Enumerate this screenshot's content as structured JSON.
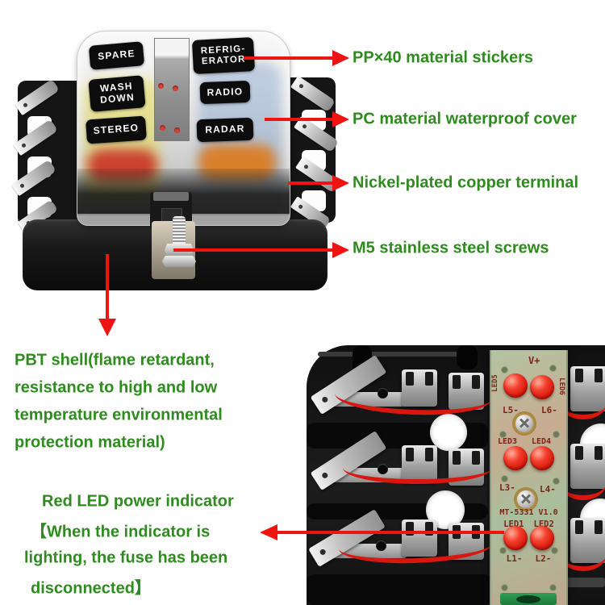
{
  "colors": {
    "annotation_text": "#2e8c1e",
    "arrow": "#ee1411",
    "pcb_silk": "#7b2418"
  },
  "front_photo": {
    "fuse_labels": [
      [
        "SPARE"
      ],
      [
        "REFRIG-",
        "ERATOR"
      ],
      [
        "WASH",
        "DOWN"
      ],
      [
        "RADIO"
      ],
      [
        "STEREO"
      ],
      [
        "RADAR"
      ]
    ]
  },
  "callouts": {
    "stickers": "PP×40 material stickers",
    "cover": "PC material waterproof cover",
    "terminal": "Nickel-plated copper terminal",
    "screws": "M5 stainless steel screws",
    "shell_lines": [
      "PBT shell(flame retardant,",
      "resistance to high and low",
      "temperature environmental",
      "protection material)"
    ],
    "led_lines": [
      "Red LED power indicator",
      "【When the indicator is",
      "lighting, the fuse has been",
      "disconnected】"
    ]
  },
  "internal_photo": {
    "pcb": {
      "v_plus": "V+",
      "led5": "LED5",
      "led6": "LED6",
      "l5": "L5-",
      "l6": "L6-",
      "led3": "LED3",
      "led4": "LED4",
      "l3": "L3-",
      "l4": "L4-",
      "model": "MT-5331 V1.0",
      "led1": "LED1",
      "led2": "LED2",
      "l1": "L1-",
      "l2": "L2-"
    }
  }
}
